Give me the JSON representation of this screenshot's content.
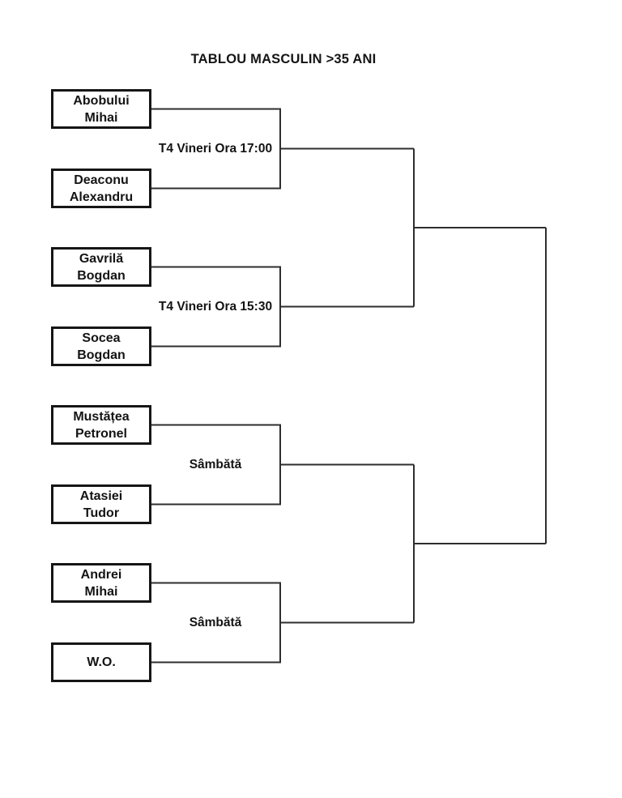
{
  "title": "TABLOU MASCULIN >35 ANI",
  "bracket": {
    "players": [
      {
        "line1": "Abobului",
        "line2": "Mihai"
      },
      {
        "line1": "Deaconu",
        "line2": "Alexandru"
      },
      {
        "line1": "Gavrilă",
        "line2": "Bogdan"
      },
      {
        "line1": "Socea",
        "line2": "Bogdan"
      },
      {
        "line1": "Mustățea",
        "line2": "Petronel"
      },
      {
        "line1": "Atasiei",
        "line2": "Tudor"
      },
      {
        "line1": "Andrei",
        "line2": "Mihai"
      },
      {
        "line1": "W.O.",
        "line2": ""
      }
    ],
    "matches": [
      {
        "label": "T4 Vineri Ora 17:00"
      },
      {
        "label": "T4 Vineri Ora 15:30"
      },
      {
        "label": "Sâmbătă"
      },
      {
        "label": "Sâmbătă"
      }
    ]
  },
  "colors": {
    "background": "#ffffff",
    "text": "#141414",
    "line": "#2e2e2e"
  }
}
